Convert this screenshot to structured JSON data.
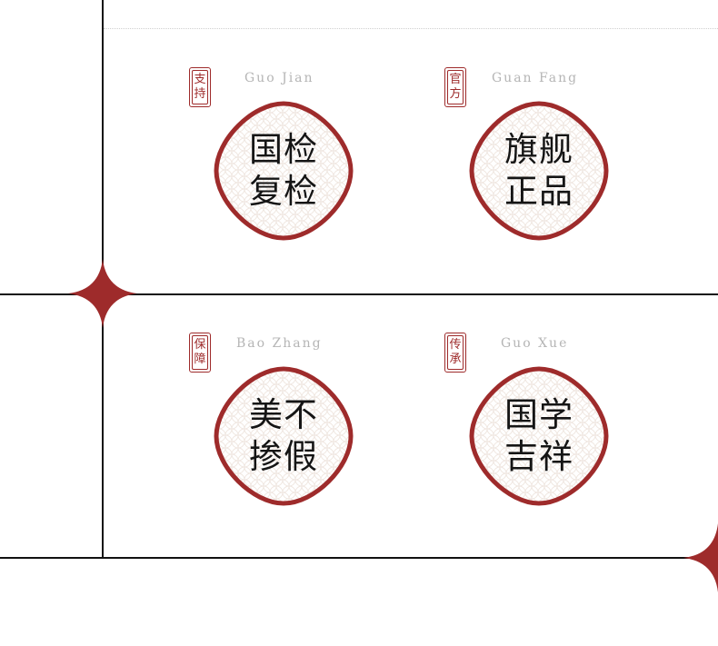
{
  "colors": {
    "accent": "#9e2b2b",
    "line": "#111111",
    "pattern": "#efe6e0",
    "pinyin": "#b5b5b5"
  },
  "cards": [
    {
      "seal": [
        "支",
        "持"
      ],
      "pinyin": "Guo Jian",
      "line1": "国检",
      "line2": "复检"
    },
    {
      "seal": [
        "官",
        "方"
      ],
      "pinyin": "Guan Fang",
      "line1": "旗舰",
      "line2": "正品"
    },
    {
      "seal": [
        "保",
        "障"
      ],
      "pinyin": "Bao Zhang",
      "line1": "美不",
      "line2": "掺假"
    },
    {
      "seal": [
        "传",
        "承"
      ],
      "pinyin": "Guo Xue",
      "line1": "国学",
      "line2": "吉祥"
    }
  ]
}
